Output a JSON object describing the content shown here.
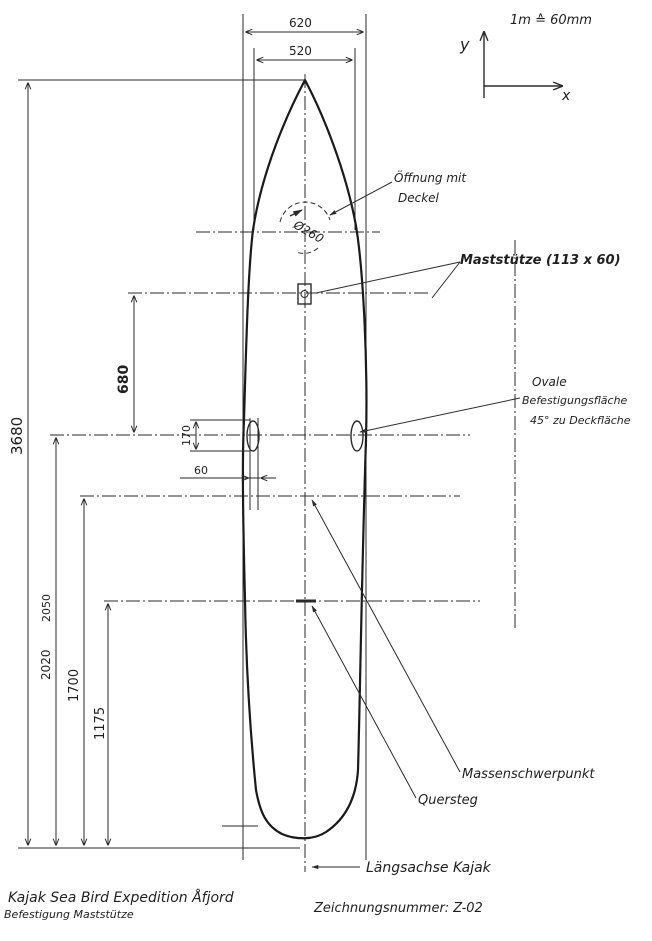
{
  "scale": {
    "label": "1m ≙ 60mm"
  },
  "axes": {
    "y_label": "y",
    "x_label": "x"
  },
  "dimensions": {
    "width_outer": "620",
    "width_inner": "520",
    "length_total": "3680",
    "mast_to_mount": "680",
    "mount_height": "170",
    "mount_width": "60",
    "mount_from_stern": "2020",
    "mount_from_stern_alt": "2050",
    "cog_from_stern": "1700",
    "crossbar_from_stern": "1175",
    "hatch_diameter": "Ø260"
  },
  "annotations": {
    "hatch_line1": "Öffnung mit",
    "hatch_line2": "Deckel",
    "mast_support": "Maststütze (113 x 60)",
    "oval_line1": "Ovale",
    "oval_line2": "Befestigungsfläche",
    "oval_line3": "45° zu Deckfläche",
    "center_of_mass": "Massenschwerpunkt",
    "crossbar": "Quersteg",
    "long_axis": "Längsachse Kajak"
  },
  "title_block": {
    "title": "Kajak  Sea Bird Expedition Åfjord",
    "subtitle": "Befestigung Maststütze",
    "drawing_number": "Zeichnungsnummer: Z-02"
  },
  "colors": {
    "ink": "#1f1f1f",
    "paper": "#ffffff"
  }
}
